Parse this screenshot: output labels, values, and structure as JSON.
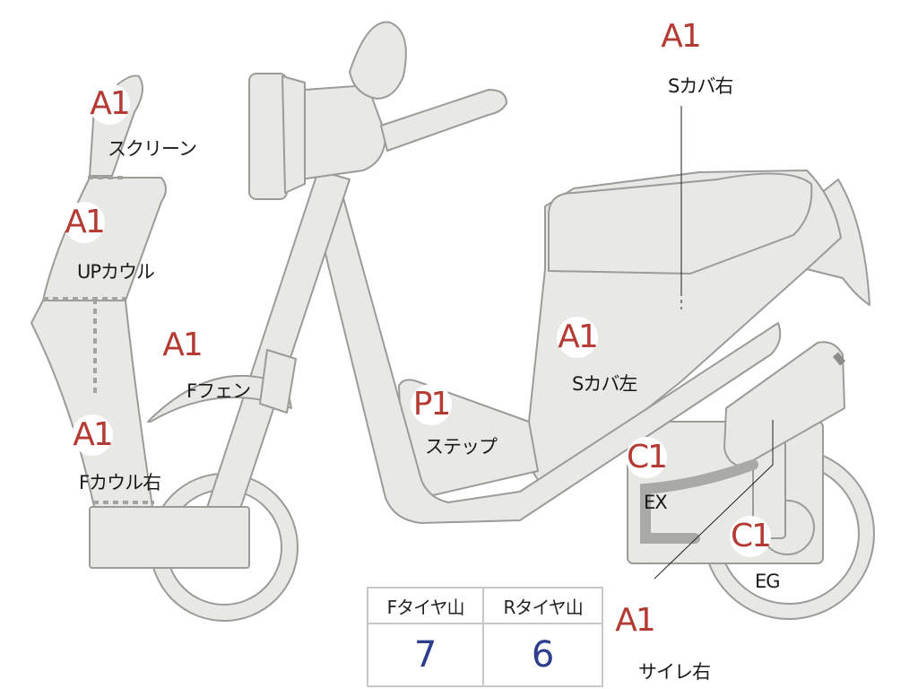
{
  "parts": [
    {
      "id": "screen",
      "grade": "A1",
      "label": "スクリーン"
    },
    {
      "id": "upcowl",
      "grade": "A1",
      "label": "UPカウル"
    },
    {
      "id": "ffender",
      "grade": "A1",
      "label": "Fフェン"
    },
    {
      "id": "fcowl_r",
      "grade": "A1",
      "label": "Fカウル右"
    },
    {
      "id": "step",
      "grade": "P1",
      "label": "ステップ"
    },
    {
      "id": "scover_l",
      "grade": "A1",
      "label": "Sカバ左"
    },
    {
      "id": "scover_r",
      "grade": "A1",
      "label": "Sカバ右"
    },
    {
      "id": "ex",
      "grade": "C1",
      "label": "EX"
    },
    {
      "id": "eg",
      "grade": "C1",
      "label": "EG"
    },
    {
      "id": "silencer_r",
      "grade": "A1",
      "label": "サイレ右"
    }
  ],
  "tire_tread": {
    "front_label": "Fタイヤ山",
    "rear_label": "Rタイヤ山",
    "front_value": "7",
    "rear_value": "6"
  },
  "colors": {
    "part_fill": "#e8e8e5",
    "part_outline": "#9b9b98",
    "grade_text": "#b43a34",
    "tread_value": "#2d3d8c"
  }
}
